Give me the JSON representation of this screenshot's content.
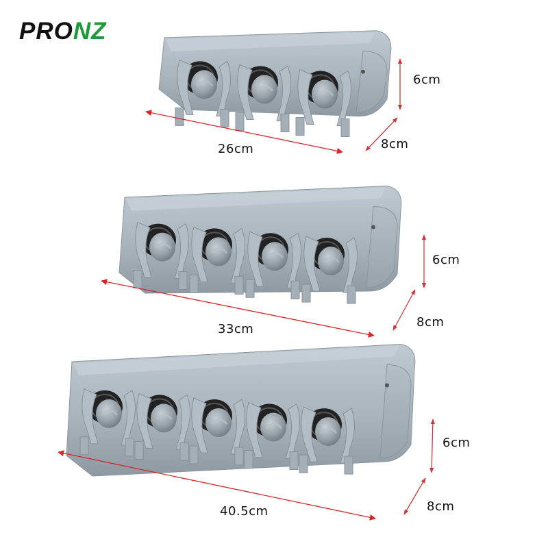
{
  "brand": {
    "part1": "PRO",
    "part2": "NZ",
    "color_dark": "#111111",
    "color_accent": "#1e9a3a"
  },
  "products": [
    {
      "slots": 3,
      "length_label": "26cm",
      "height_label": "6cm",
      "depth_label": "8cm"
    },
    {
      "slots": 4,
      "length_label": "33cm",
      "height_label": "6cm",
      "depth_label": "8cm"
    },
    {
      "slots": 5,
      "length_label": "40.5cm",
      "height_label": "6cm",
      "depth_label": "8cm"
    }
  ],
  "colors": {
    "rack_body": "#a9b4bd",
    "rack_shadow": "#7f8b94",
    "rack_highlight": "#c9d2d9",
    "roller": "#8d979f",
    "spring": "#1f1f1f",
    "arrow_length": "#d8262b",
    "arrow_dims": "#c43a3f"
  }
}
